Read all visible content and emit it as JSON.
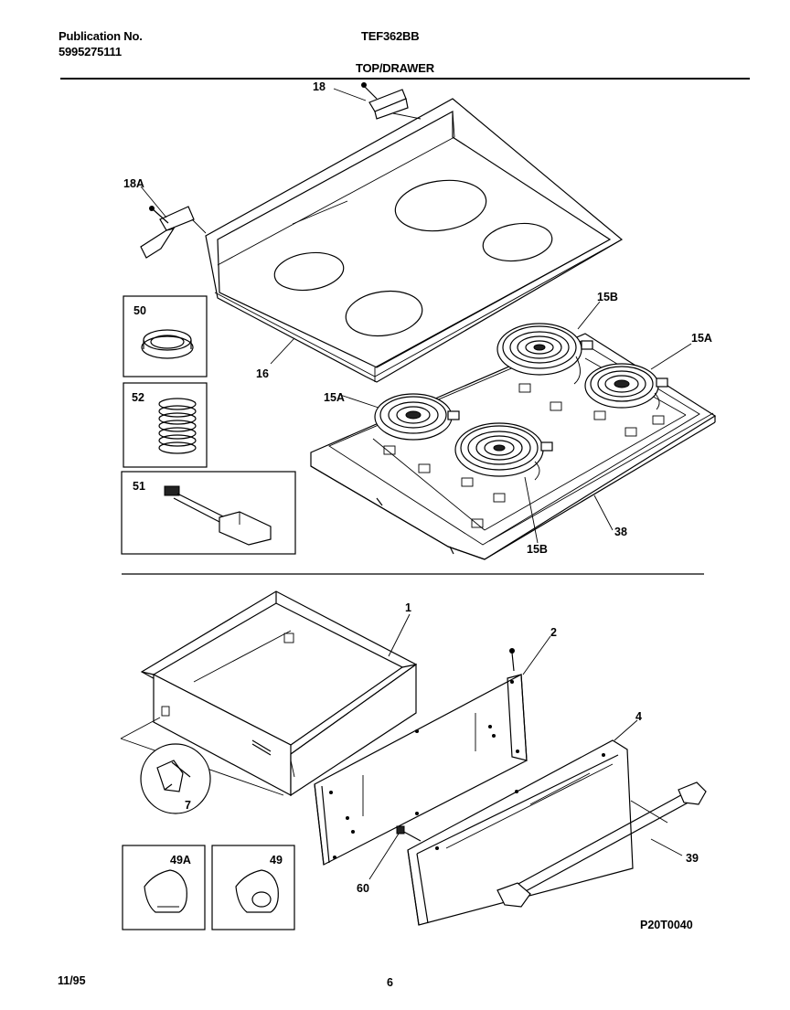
{
  "header": {
    "publication_label": "Publication No.",
    "publication_number": "5995275111",
    "model": "TEF362BB",
    "section": "TOP/DRAWER"
  },
  "callouts": {
    "top_hinge": "18",
    "side_hinge": "18A",
    "cooktop": "16",
    "trim_ring": "50",
    "coil_spring": "52",
    "wire_harness": "51",
    "element_rear_left": "15B",
    "element_rear_right": "15A",
    "element_front_left": "15A",
    "element_front_right": "15B",
    "element_box": "38",
    "drawer": "1",
    "drawer_panel": "2",
    "drawer_front": "4",
    "drawer_clip": "7",
    "panel_screw": "60",
    "handle": "39",
    "knob_49a": "49A",
    "knob_49": "49"
  },
  "footer": {
    "drawing_id": "P20T0040",
    "date": "11/95",
    "page": "6"
  }
}
